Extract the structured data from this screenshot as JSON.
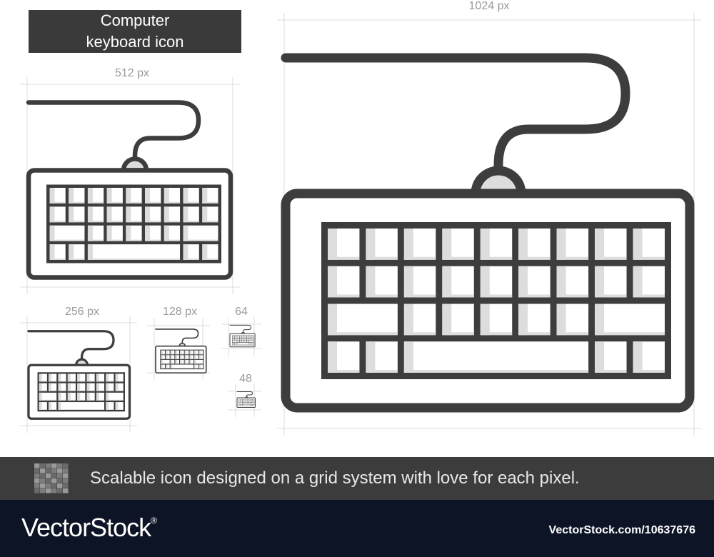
{
  "title": {
    "line1": "Computer",
    "line2": "keyboard icon"
  },
  "sizes": {
    "s1024": "1024 px",
    "s512": "512 px",
    "s256": "256 px",
    "s128": "128 px",
    "s64": "64",
    "s48": "48"
  },
  "tagline": "Scalable icon designed on a grid system with love for each pixel.",
  "footer": {
    "brand": "VectorStock",
    "registered": "®",
    "url": "VectorStock.com/10637676"
  },
  "colors": {
    "stroke": "#3d3d3d",
    "keyShadow": "#dddddd",
    "guide": "#cfcfcf",
    "strip": "#3c3c3c",
    "footer": "#0d1426"
  },
  "icons": [
    "keyboard-icon"
  ]
}
